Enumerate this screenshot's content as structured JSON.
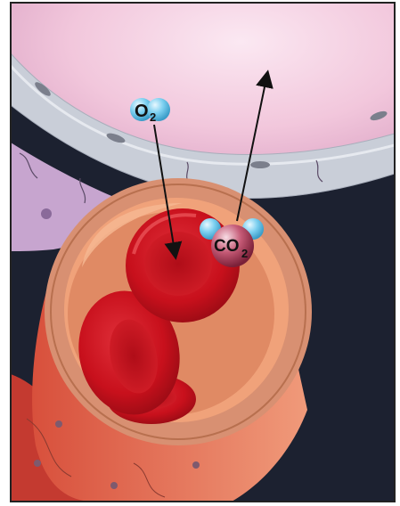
{
  "molecules": {
    "oxygen": {
      "label": "O",
      "subscript": "2"
    },
    "carbon_dioxide": {
      "label": "CO",
      "subscript": "2"
    }
  },
  "colors": {
    "background": "#1c2130",
    "alveolus": "#f2c7dc",
    "alveolar_wall": "#c9ced8",
    "capillary_outer": "#d89072",
    "capillary_inner": "#f0a27a",
    "red_blood_cell": "#c8101c",
    "oxygen_atom": "#6cc6ea",
    "carbon_atom": "#b0405a",
    "arrow": "#111111",
    "border": "#222222"
  }
}
